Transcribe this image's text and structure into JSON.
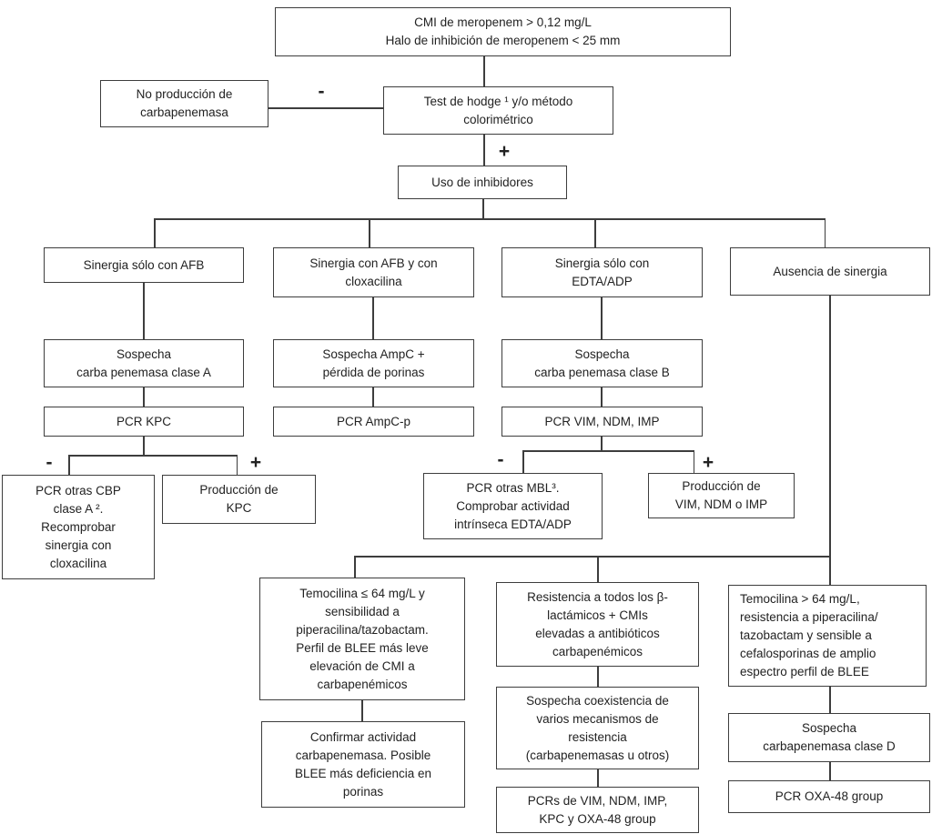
{
  "colors": {
    "line": "#3d3d3d",
    "text": "#222222",
    "background": "#ffffff"
  },
  "signs": {
    "hodge_negative": "-",
    "hodge_positive": "+",
    "kpc_negative": "-",
    "kpc_positive": "+",
    "mbl_negative": "-",
    "mbl_positive": "+"
  },
  "nodes": {
    "cmi": {
      "label": "CMI de meropenem > 0,12 mg/L\nHalo de inhibición de meropenem < 25 mm"
    },
    "no_carbapenemase": {
      "label": "No producción de\ncarbapenemasa"
    },
    "hodge": {
      "label": "Test de hodge ¹ y/o método\ncolorimétrico"
    },
    "inhibitors": {
      "label": "Uso de inhibidores"
    },
    "synergy_afb": {
      "label": "Sinergia sólo con AFB"
    },
    "synergy_afb_clox": {
      "label": "Sinergia con AFB y con\ncloxacilina"
    },
    "synergy_edta": {
      "label": "Sinergia sólo con\nEDTA/ADP"
    },
    "no_synergy": {
      "label": "Ausencia de sinergia"
    },
    "suspect_a": {
      "label": "Sospecha\ncarba penemasa clase A"
    },
    "suspect_ampc": {
      "label": "Sospecha AmpC +\npérdida de porinas"
    },
    "suspect_b": {
      "label": "Sospecha\ncarba penemasa clase B"
    },
    "pcr_kpc": {
      "label": "PCR KPC"
    },
    "pcr_ampc": {
      "label": "PCR AmpC-p"
    },
    "pcr_vim": {
      "label": "PCR VIM, NDM, IMP"
    },
    "pcr_other_cbp": {
      "label": "PCR otras CBP\nclase A ².\nRecomprobar\nsinergia con\ncloxacilina"
    },
    "kpc_production": {
      "label": "Producción de\nKPC"
    },
    "pcr_other_mbl": {
      "label": "PCR otras MBL³.\nComprobar actividad\nintrínseca EDTA/ADP"
    },
    "vim_production": {
      "label": "Producción de\nVIM, NDM o IMP"
    },
    "temocillin_low": {
      "label": "Temocilina ≤ 64 mg/L y\nsensibilidad a\npiperacilina/tazobactam.\nPerfil de BLEE más leve\nelevación de CMI a\ncarbapenémicos"
    },
    "resistance_all": {
      "label": "Resistencia a todos los β-\nlactámicos + CMIs\nelevadas a antibióticos\ncarbapenémicos"
    },
    "temocillin_high": {
      "label": "Temocilina > 64 mg/L,\nresistencia a piperacilina/\ntazobactam y sensible a\ncefalosporinas de amplio\nespectro perfil de BLEE"
    },
    "confirm_activity": {
      "label": "Confirmar actividad\ncarbapenemasa. Posible\nBLEE más deficiencia en\nporinas"
    },
    "coexistence": {
      "label": "Sospecha coexistencia de\nvarios mecanismos de\nresistencia\n(carbapenemasas u otros)"
    },
    "pcrs_all": {
      "label": "PCRs de VIM, NDM, IMP,\nKPC y OXA-48 group"
    },
    "suspect_d": {
      "label": "Sospecha\ncarbapenemasa clase D"
    },
    "pcr_oxa48": {
      "label": "PCR OXA-48 group"
    }
  }
}
